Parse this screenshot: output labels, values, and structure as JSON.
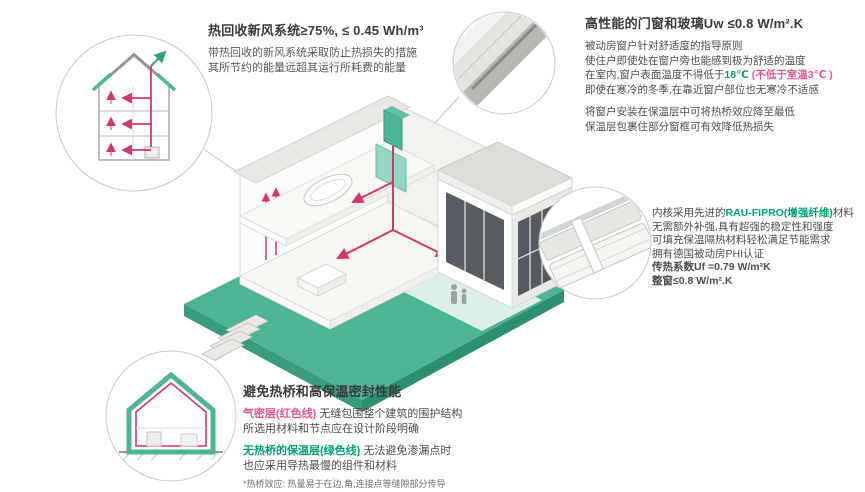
{
  "colors": {
    "teal": "#4cb497",
    "teal_dark": "#2e8e72",
    "green_text": "#00a276",
    "pink_text": "#e0558f",
    "duct_red": "#d6356b",
    "title_text": "#3a3a3a",
    "body_text": "#4c4c4c"
  },
  "ventilation": {
    "title": "热回收新风系统≥75%, ≤ 0.45 Wh/m³",
    "line1": "带热回收的新风系统采取防止热损失的措施",
    "line2": "其所节约的能量远超其运行所耗费的能量"
  },
  "windows": {
    "title": "高性能的门窗和玻璃Uw ≤0.8 W/m².K",
    "line1": "被动房窗户针对舒适度的指导原则",
    "line2": "使住户即使处在窗户旁也能感到极为舒适的温度",
    "line3_pre": "在室内,窗户表面温度不得低于",
    "line3_temp": "18℃",
    "line3_note": " (不低于室温3℃ )",
    "line4": "即使在寒冷的冬季,在靠近窗户部位也无寒冷不适感",
    "line5": "将窗户安装在保温层中可将热桥效应降至最低",
    "line6": "保温层包裹住部分窗框可有效降低热损失"
  },
  "material": {
    "line1_pre": "内核采用先进的",
    "line1_brand": "RAU-FIPRO(增强纤维)",
    "line1_post": "材料",
    "line2": "无需额外补强,具有超强的稳定性和强度",
    "line3": "可填充保温隔热材料轻松满足节能需求",
    "line4": "拥有德国被动房PHI认证",
    "line5": "传热系数Uf =0.79 W/m²K",
    "line6": "整窗≤0.8 W/m².K"
  },
  "bridge": {
    "title": "避免热桥和高保温密封性能",
    "line1_label": "气密层(红色线)",
    "line1_rest": " 无缝包围整个建筑的围护结构",
    "line2": "所选用材料和节点应在设计阶段明确",
    "line3_label": "无热桥的保温层(绿色线)",
    "line3_rest": " 无法避免渗漏点时",
    "line4": "也应采用导热最慢的组件和材料",
    "footnote": "*热桥效应: 热量易于在边,角,连接点等缝隙部分传导"
  },
  "icons": {
    "ventilation_circle": "house-section-ventilation-icon",
    "window_corner_circle": "window-corner-photo-icon",
    "window_profile_circle": "window-profile-render-icon",
    "insulation_circle": "house-section-insulation-icon",
    "main_house": "isometric-house-cutaway"
  }
}
